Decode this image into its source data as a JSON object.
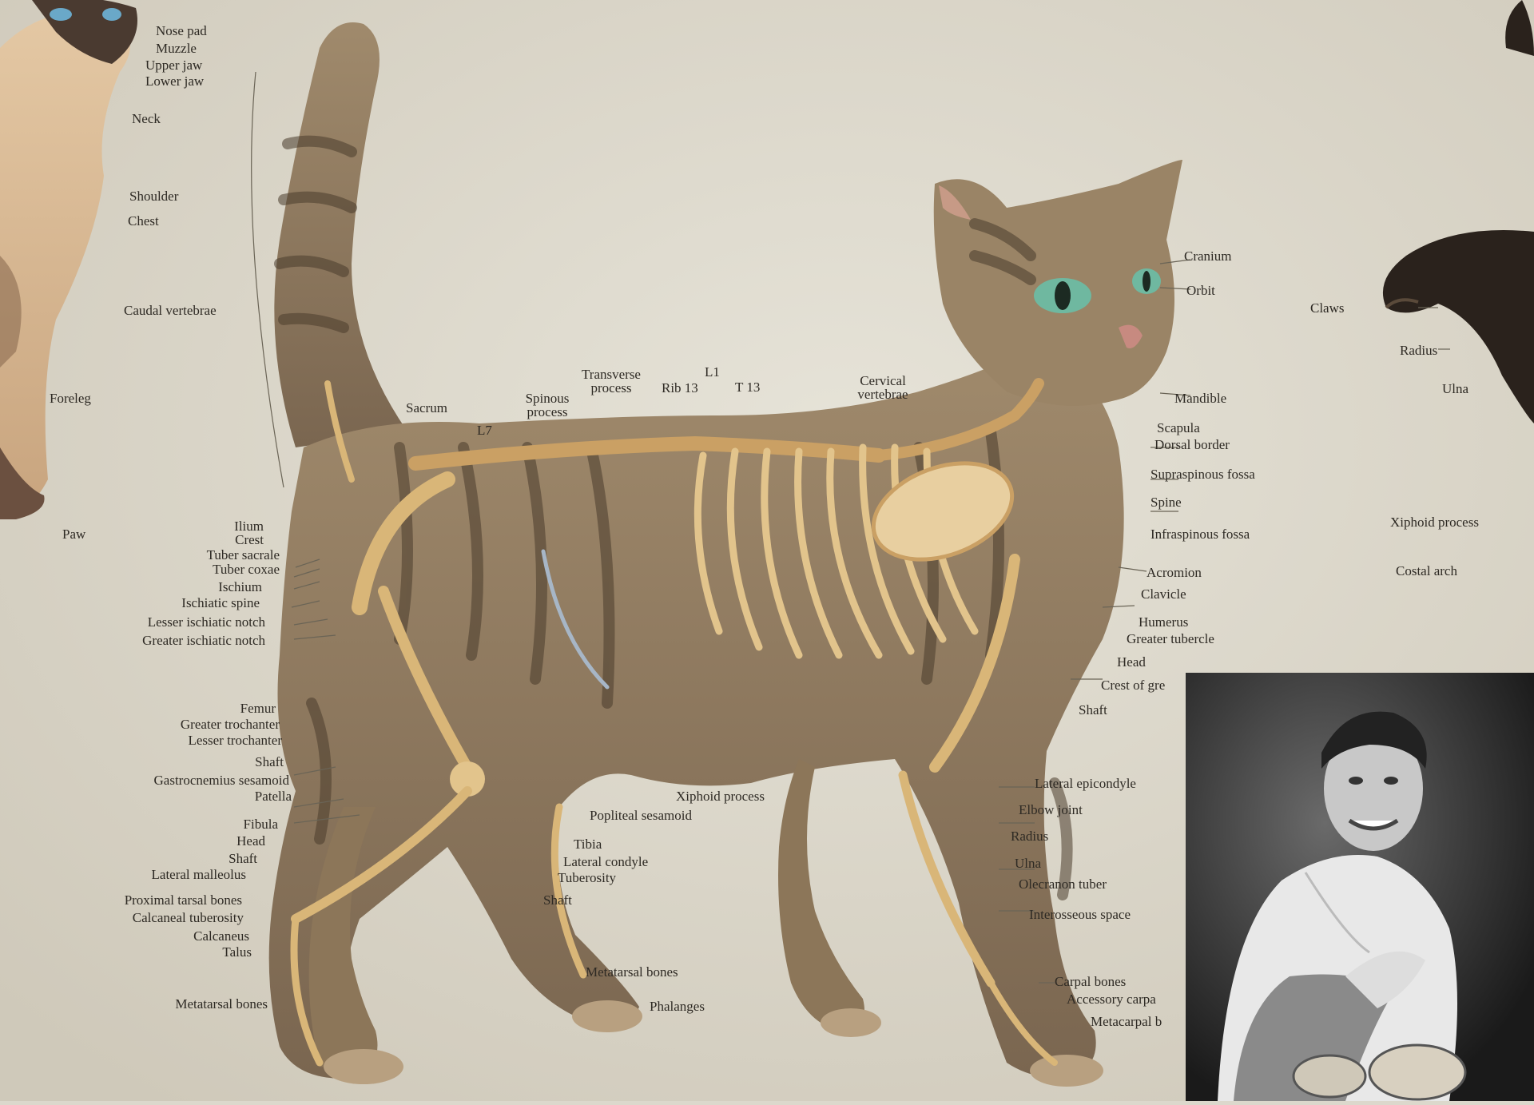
{
  "poster": {
    "left_labels": [
      {
        "key": "cat1-nose-pad",
        "text": "Nose pad"
      },
      {
        "key": "cat1-muzzle",
        "text": "Muzzle"
      },
      {
        "key": "cat1-upper-jaw",
        "text": "Upper jaw"
      },
      {
        "key": "cat1-lower-jaw",
        "text": "Lower jaw"
      },
      {
        "key": "cat1-neck",
        "text": "Neck"
      },
      {
        "key": "cat1-shoulder",
        "text": "Shoulder"
      },
      {
        "key": "cat1-chest",
        "text": "Chest"
      },
      {
        "key": "cat1-foreleg",
        "text": "Foreleg"
      },
      {
        "key": "cat1-paw",
        "text": "Paw"
      }
    ],
    "skeleton_labels": {
      "caudal_vertebrae": "Caudal vertebrae",
      "sacrum": "Sacrum",
      "l7": "L7",
      "spinous_process": "Spinous process",
      "transverse_process": "Transverse process",
      "rib_13": "Rib 13",
      "l1": "L1",
      "t13": "T 13",
      "cervical_vertebrae": "Cervical vertebrae",
      "cranium": "Cranium",
      "orbit": "Orbit",
      "mandible": "Mandible",
      "scapula": "Scapula",
      "dorsal_border": "Dorsal border",
      "supraspinous_fossa": "Supraspinous fossa",
      "spine": "Spine",
      "infraspinous_fossa": "Infraspinous fossa",
      "acromion": "Acromion",
      "clavicle": "Clavicle",
      "humerus": "Humerus",
      "greater_tubercle": "Greater tubercle",
      "head": "Head",
      "crest_of_greater": "Crest of gre",
      "shaft_humerus": "Shaft",
      "ilium": "Ilium",
      "crest": "Crest",
      "tuber_sacrale": "Tuber sacrale",
      "tuber_coxae": "Tuber coxae",
      "ischium": "Ischium",
      "ischiatic_spine": "Ischiatic spine",
      "lesser_ischiatic_notch": "Lesser ischiatic notch",
      "greater_ischiatic_notch": "Greater ischiatic notch",
      "femur": "Femur",
      "greater_trochanter": "Greater trochanter",
      "lesser_trochanter": "Lesser trochanter",
      "shaft_femur": "Shaft",
      "gastrocnemius_sesamoid": "Gastrocnemius sesamoid",
      "patella": "Patella",
      "fibula": "Fibula",
      "fibula_head": "Head",
      "fibula_shaft": "Shaft",
      "lateral_malleolus": "Lateral malleolus",
      "proximal_tarsal_bones": "Proximal tarsal bones",
      "calcaneal_tuberosity": "Calcaneal tuberosity",
      "calcaneus": "Calcaneus",
      "talus": "Talus",
      "metatarsal_bones_left": "Metatarsal bones",
      "xiphoid_process": "Xiphoid process",
      "popliteal_sesamoid": "Popliteal sesamoid",
      "tibia": "Tibia",
      "lateral_condyle": "Lateral condyle",
      "tuberosity": "Tuberosity",
      "tibia_shaft": "Shaft",
      "metatarsal_bones": "Metatarsal bones",
      "phalanges": "Phalanges",
      "lateral_epicondyle": "Lateral epicondyle",
      "elbow_joint": "Elbow joint",
      "radius": "Radius",
      "ulna": "Ulna",
      "olecranon_tuber": "Olecranon tuber",
      "interosseous_space": "Interosseous space",
      "carpal_bones": "Carpal bones",
      "accessory_carpal": "Accessory carpa",
      "metacarpal": "Metacarpal b"
    },
    "right_labels": {
      "claws": "Claws",
      "radius": "Radius",
      "ulna": "Ulna",
      "xiphoid_process": "Xiphoid process",
      "costal_arch": "Costal arch"
    }
  },
  "photo": {
    "description_icon": "portrait-photo"
  },
  "colors": {
    "paper": "#dcd8cc",
    "bone": "#e2c48c",
    "tabby": "#8a7458",
    "ink": "#2e2a24"
  }
}
